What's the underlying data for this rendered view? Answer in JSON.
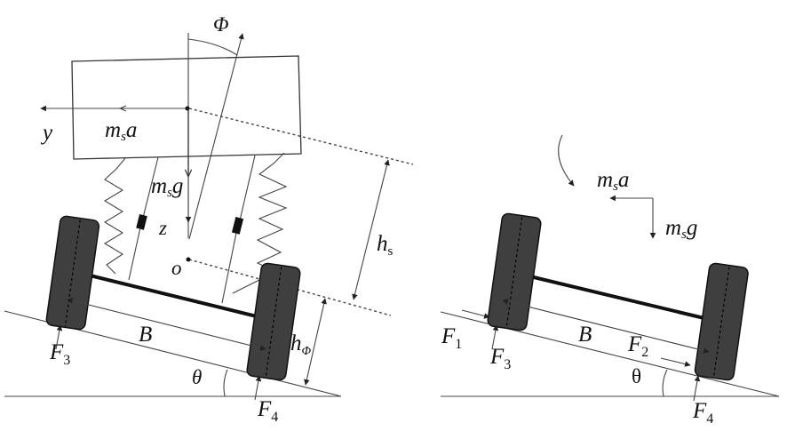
{
  "figure": {
    "left_panel": {
      "labels": {
        "phi": "Φ",
        "y_axis": "y",
        "inertial_force": "m",
        "inertial_force_sub": "s",
        "inertial_force_tail": "a",
        "gravity": "m",
        "gravity_sub": "s",
        "gravity_tail": "g",
        "z_axis": "z",
        "origin": "o",
        "sprung_height": "h",
        "sprung_height_sub": "s",
        "roll_height": "h",
        "roll_height_sub": "Φ",
        "track_width": "B",
        "slope_angle": "θ",
        "force_3": "F",
        "force_3_sub": "3",
        "force_4": "F",
        "force_4_sub": "4"
      }
    },
    "right_panel": {
      "labels": {
        "inertial_force": "m",
        "inertial_force_sub": "s",
        "inertial_force_tail": "a",
        "gravity": "m",
        "gravity_sub": "s",
        "gravity_tail": "g",
        "track_width": "B",
        "slope_angle": "θ",
        "force_1": "F",
        "force_1_sub": "1",
        "force_2": "F",
        "force_2_sub": "2",
        "force_3": "F",
        "force_3_sub": "3",
        "force_4": "F",
        "force_4_sub": "4"
      }
    }
  }
}
